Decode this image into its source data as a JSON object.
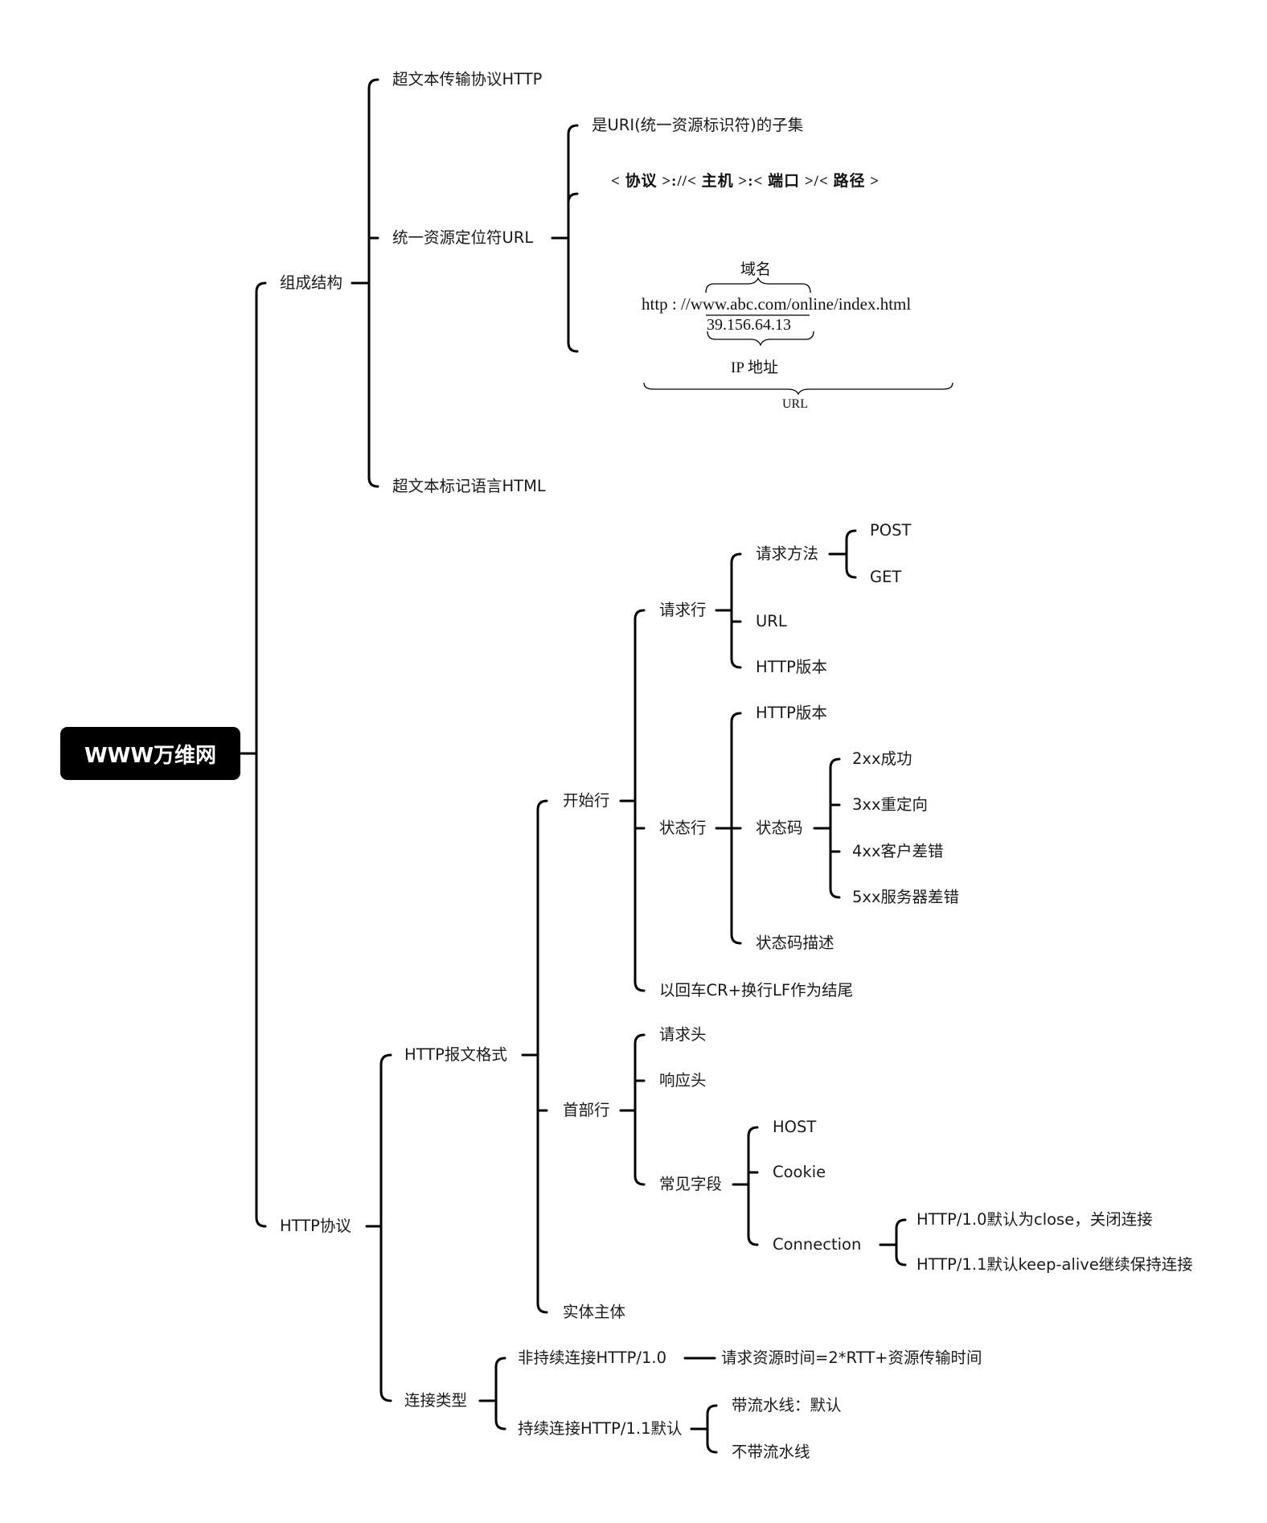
{
  "root": "WWW万维网",
  "branch1": {
    "label": "组成结构",
    "http": "超文本传输协议HTTP",
    "url": {
      "label": "统一资源定位符URL",
      "subset": "是URI(统一资源标识符)的子集",
      "format": "< 协议 >://< 主机 >:< 端口 >/< 路径 >",
      "example": {
        "domain_label": "域名",
        "prefix": "http : //",
        "host": "www.abc.com",
        "path": "/online/index.html",
        "ip": "39.156.64.13",
        "ip_label": "IP 地址",
        "url_label": "URL"
      }
    },
    "html": "超文本标记语言HTML"
  },
  "branch2": {
    "label": "HTTP协议",
    "format": {
      "label": "HTTP报文格式",
      "start": {
        "label": "开始行",
        "request": {
          "label": "请求行",
          "method": {
            "label": "请求方法",
            "items": [
              "POST",
              "GET"
            ]
          },
          "url": "URL",
          "version": "HTTP版本"
        },
        "status": {
          "label": "状态行",
          "version": "HTTP版本",
          "code": {
            "label": "状态码",
            "items": [
              "2xx成功",
              "3xx重定向",
              "4xx客户差错",
              "5xx服务器差错"
            ]
          },
          "desc": "状态码描述"
        },
        "ending": "以回车CR+换行LF作为结尾"
      },
      "header": {
        "label": "首部行",
        "req": "请求头",
        "resp": "响应头",
        "common": {
          "label": "常见字段",
          "host": "HOST",
          "cookie": "Cookie",
          "connection": {
            "label": "Connection",
            "items": [
              "HTTP/1.0默认为close，关闭连接",
              "HTTP/1.1默认keep-alive继续保持连接"
            ]
          }
        }
      },
      "body": "实体主体"
    },
    "conn": {
      "label": "连接类型",
      "nonpersistent": {
        "label": "非持续连接HTTP/1.0",
        "detail": "请求资源时间=2*RTT+资源传输时间"
      },
      "persistent": {
        "label": "持续连接HTTP/1.1默认",
        "items": [
          "带流水线：默认",
          "不带流水线"
        ]
      }
    }
  }
}
